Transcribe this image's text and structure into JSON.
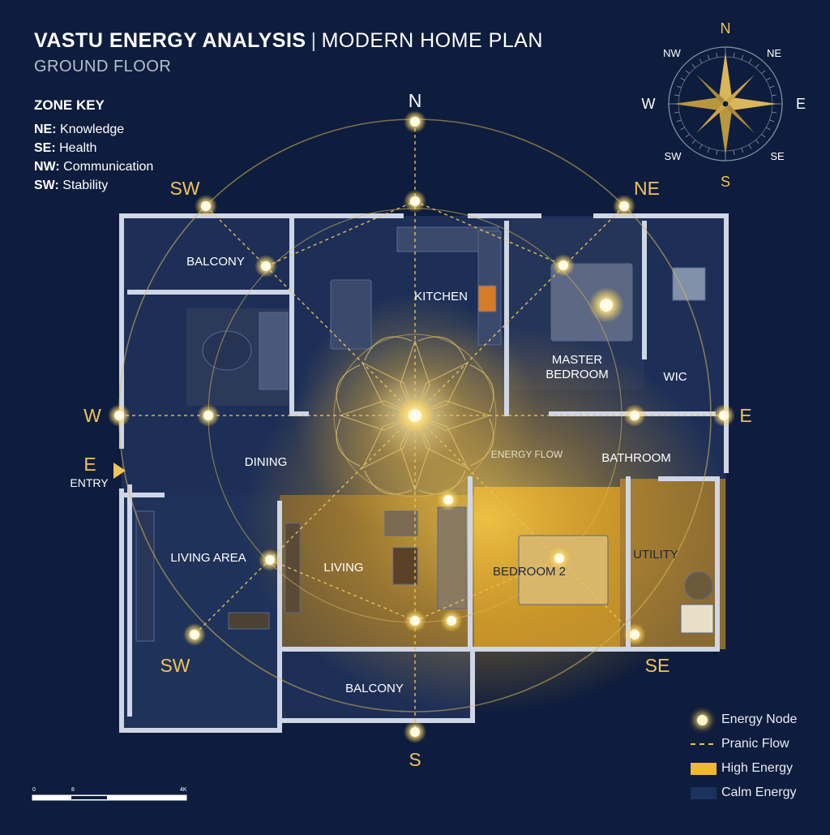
{
  "header": {
    "title_bold": "VASTU ENERGY ANALYSIS",
    "title_separator": "|",
    "title_light": "MODERN HOME PLAN",
    "subtitle": "GROUND FLOOR"
  },
  "zone_key": {
    "title": "ZONE KEY",
    "items": [
      {
        "code": "NE:",
        "meaning": "Knowledge"
      },
      {
        "code": "SE:",
        "meaning": "Health"
      },
      {
        "code": "NW:",
        "meaning": "Communication"
      },
      {
        "code": "SW:",
        "meaning": "Stability"
      }
    ]
  },
  "compass": {
    "n": "N",
    "ne": "NE",
    "e": "E",
    "se": "SE",
    "s": "S",
    "sw": "SW",
    "w": "W",
    "nw": "NW"
  },
  "plan_directions": {
    "north": "N",
    "south": "S",
    "west": "W",
    "east": "E",
    "top_left": "SW",
    "top_right": "NE",
    "bottom_left": "SW",
    "bottom_right": "SE",
    "entry_letter": "E",
    "entry_word": "ENTRY"
  },
  "rooms": {
    "balcony_top": "BALCONY",
    "kitchen": "KITCHEN",
    "master_line1": "MASTER",
    "master_line2": "BEDROOM",
    "wic": "WIC",
    "bathroom": "BATHROOM",
    "dining": "DINING",
    "energy_flow": "ENERGY FLOW",
    "living_area": "LIVING AREA",
    "living": "LIVING",
    "bedroom2": "BEDROOM 2",
    "utility": "UTILITY",
    "balcony_bottom": "BALCONY"
  },
  "legend": {
    "node": "Energy Node",
    "flow": "Pranic Flow",
    "high": "High Energy",
    "calm": "Calm Energy"
  },
  "scale_bar": {
    "start": "0",
    "mid": "8",
    "end": "4K"
  },
  "colors": {
    "background": "#0e1d3d",
    "gold": "#e9c15b",
    "high_energy": "#f3b92d",
    "calm_energy": "#1b315e",
    "wall": "#cfd6e6"
  }
}
